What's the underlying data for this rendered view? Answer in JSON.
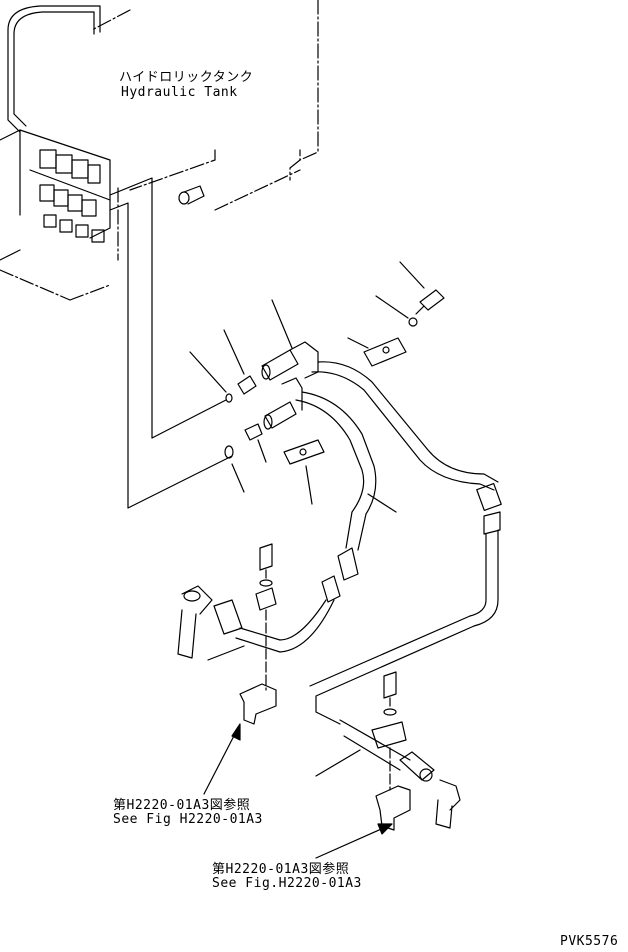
{
  "labels": {
    "tank_jp": "ハイドロリックタンク",
    "tank_en": "Hydraulic Tank",
    "ref_a_jp": "第H2220-01A3図参照",
    "ref_a_en": "See Fig H2220-01A3",
    "ref_b_jp": "第H2220-01A3図参照",
    "ref_b_en": "See Fig.H2220-01A3",
    "drawing_id": "PVK5576"
  },
  "colors": {
    "line": "#000000",
    "background": "#ffffff"
  }
}
